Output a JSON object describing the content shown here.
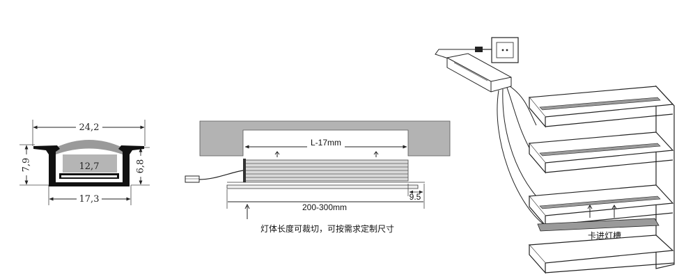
{
  "profile_section": {
    "width_top": "24,2",
    "width_inner": "12,7",
    "width_bottom": "17,3",
    "height_left": "7,9",
    "height_right": "6,8"
  },
  "installation_section": {
    "cut_length": "L-17mm",
    "wire_length": "200-300mm",
    "offset": "9.5",
    "note": "灯体长度可裁切，可按需求定制尺寸"
  },
  "cabinet": {
    "slot_label": "卡进灯槽"
  }
}
